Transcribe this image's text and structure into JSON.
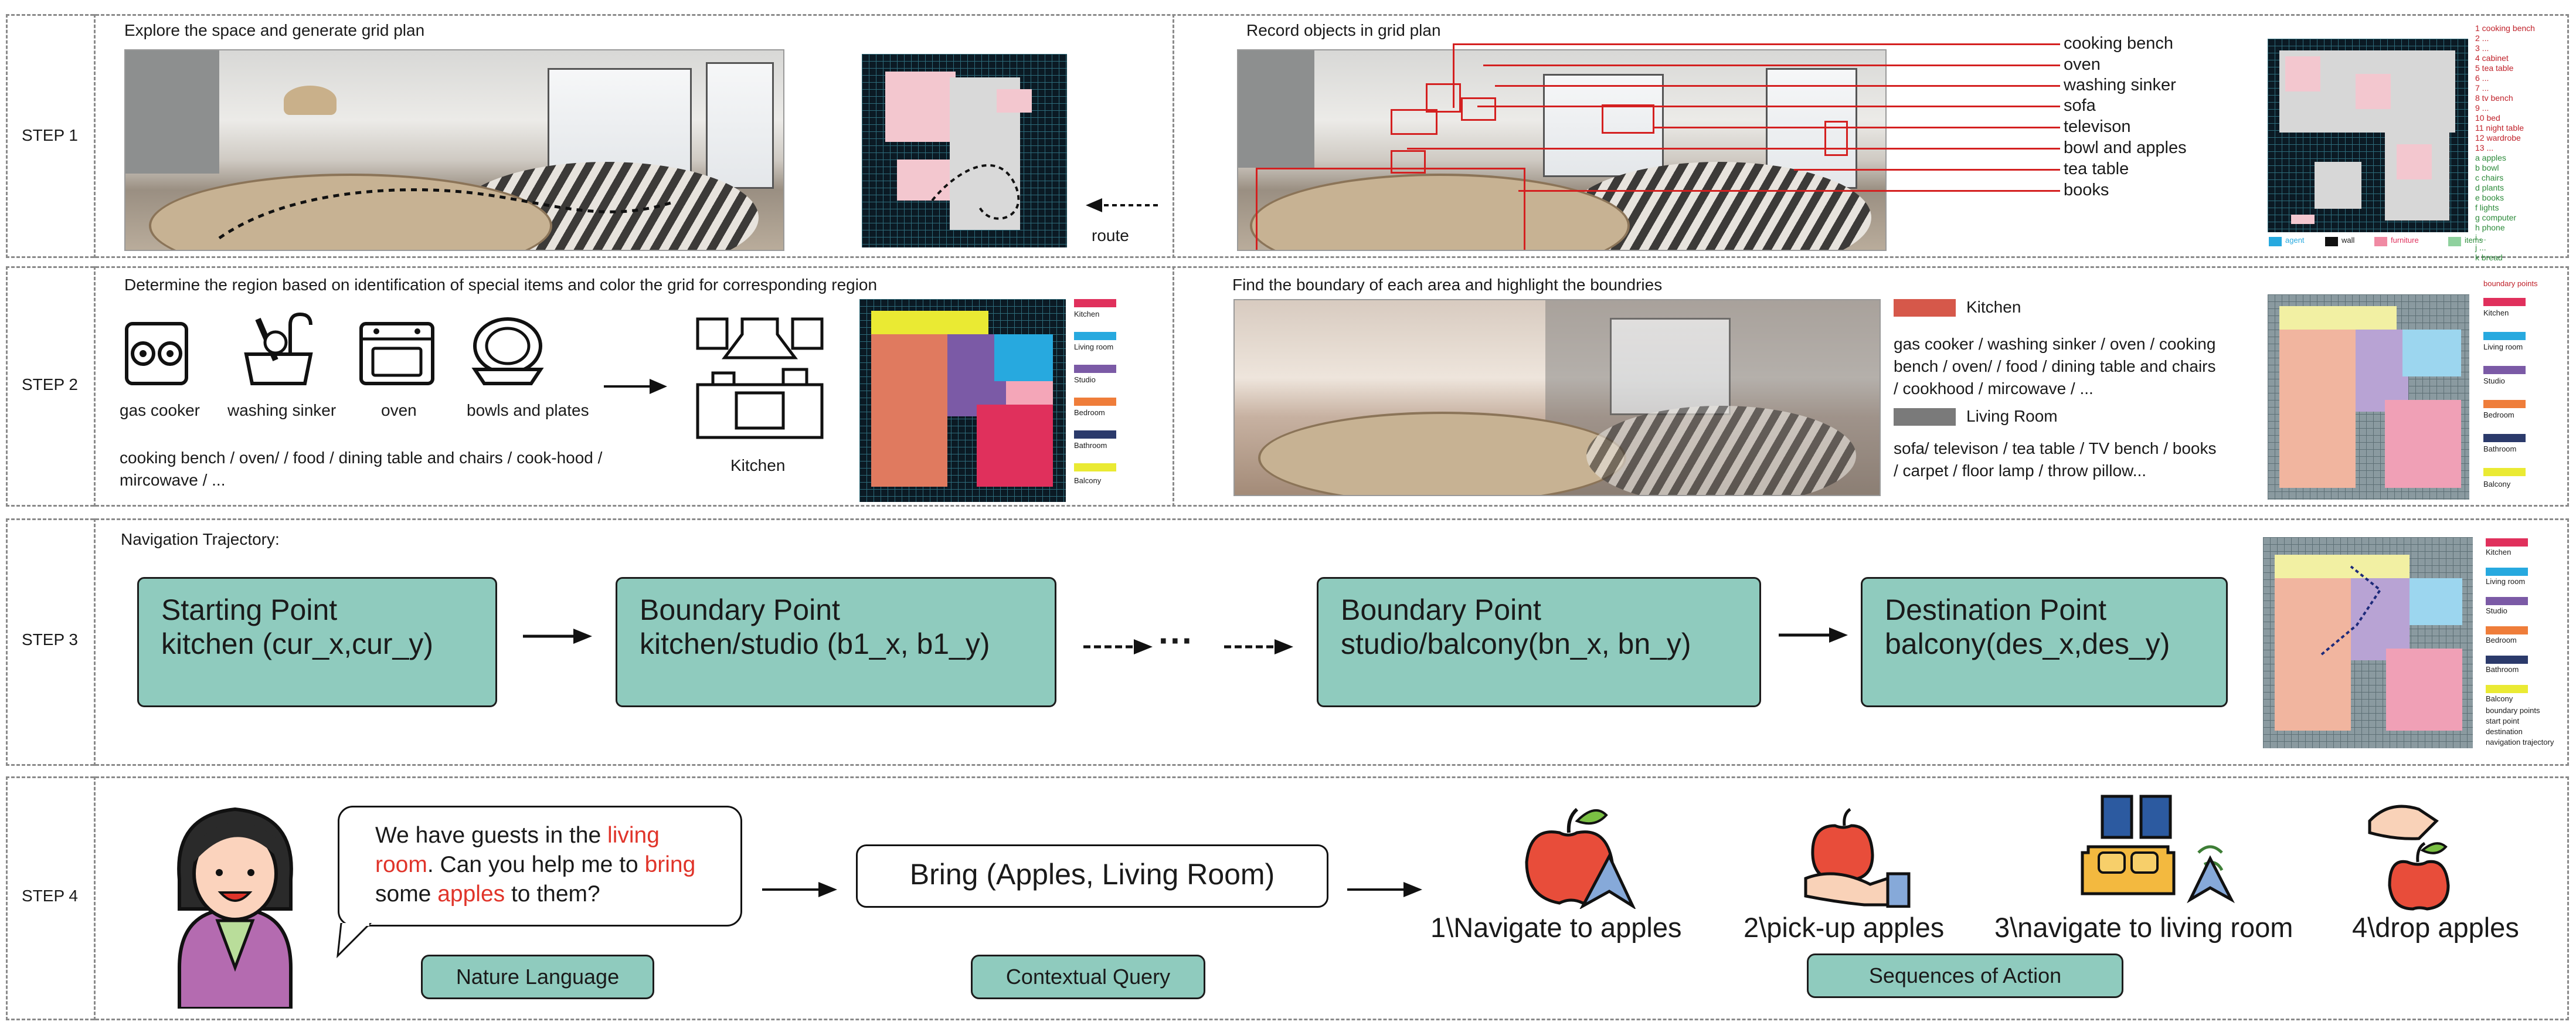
{
  "steps": [
    "STEP 1",
    "STEP 2",
    "STEP 3",
    "STEP 4"
  ],
  "step1": {
    "left_caption": "Explore the space and generate grid plan",
    "route_label": "route",
    "right_caption": "Record objects in grid plan",
    "objects": [
      "cooking bench",
      "oven",
      "washing sinker",
      "sofa",
      "televison",
      "bowl and apples",
      "tea table",
      "books"
    ],
    "map_legend_lines": [
      "1 cooking bench",
      "2 ...",
      "3 ...",
      "4 cabinet",
      "5 tea table",
      "6 ...",
      "7 ...",
      "8 tv bench",
      "9 ...",
      "10 bed",
      "11 night table",
      "12 wardrobe",
      "13 ...",
      "a  apples",
      "b  bowl",
      "c  chairs",
      "d  plants",
      "e  books",
      "f  lights",
      "g  computer",
      "h  phone",
      "i  ...",
      "j  ...",
      "k  bread"
    ],
    "map_legend_bottom": [
      "agent",
      "wall",
      "furniture",
      "items"
    ]
  },
  "step2": {
    "left_caption": "Determine the region based on identification of special items and color the grid for corresponding region",
    "icons": [
      "gas cooker",
      "washing sinker",
      "oven",
      "bowls and plates"
    ],
    "kitchen_label": "Kitchen",
    "items_line": "cooking bench / oven/ / food / dining table and chairs / cook-hood / mircowave / ...",
    "map_legend": [
      "Kitchen",
      "Living room",
      "Studio",
      "Bedroom",
      "Bathroom",
      "Balcony"
    ],
    "right_caption": "Find the boundary of each area and highlight the boundries",
    "kitchen_title": "Kitchen",
    "kitchen_items": "gas cooker / washing sinker / oven / cooking bench / oven/ / food / dining table and chairs / cookhood / mircowave / ...",
    "living_title": "Living Room",
    "living_items": "sofa/ televison / tea table / TV bench / books / carpet / floor lamp / throw pillow...",
    "right_map_legend": [
      "boundary points",
      "Kitchen",
      "Living room",
      "Studio",
      "Bedroom",
      "Bathroom",
      "Balcony"
    ]
  },
  "step3": {
    "caption": "Navigation Trajectory:",
    "nodes": [
      {
        "title": "Starting Point",
        "sub": "kitchen (cur_x,cur_y)"
      },
      {
        "title": "Boundary Point",
        "sub": "kitchen/studio (b1_x, b1_y)"
      },
      {
        "title": "Boundary Point",
        "sub": "studio/balcony(bn_x, bn_y)"
      },
      {
        "title": "Destination Point",
        "sub": "balcony(des_x,des_y)"
      }
    ],
    "ellipsis": "···",
    "map_legend": [
      "Kitchen",
      "Living room",
      "Studio",
      "Bedroom",
      "Bathroom",
      "Balcony",
      "boundary points",
      "start point",
      "destination",
      "navigation trajectory"
    ]
  },
  "step4": {
    "bubble_parts": [
      "We have guests in the ",
      "living room",
      ". Can you help me to ",
      "bring",
      " some ",
      "apples",
      " to them?"
    ],
    "query": "Bring (Apples, Living Room)",
    "actions": [
      "1\\Navigate to apples",
      "2\\pick-up apples",
      "3\\navigate to living room",
      "4\\drop apples"
    ],
    "labels": [
      "Nature Language",
      "Contextual Query",
      "Sequences of Action"
    ]
  },
  "colors": {
    "node_fill": "#8fcbbe",
    "highlight_red": "#e0342a",
    "kitchen": "#e0305c",
    "living": "#27a9df",
    "studio": "#7b5aa6",
    "bedroom": "#ef7d3a",
    "bathroom": "#2b3a6b",
    "balcony": "#eaea33"
  }
}
